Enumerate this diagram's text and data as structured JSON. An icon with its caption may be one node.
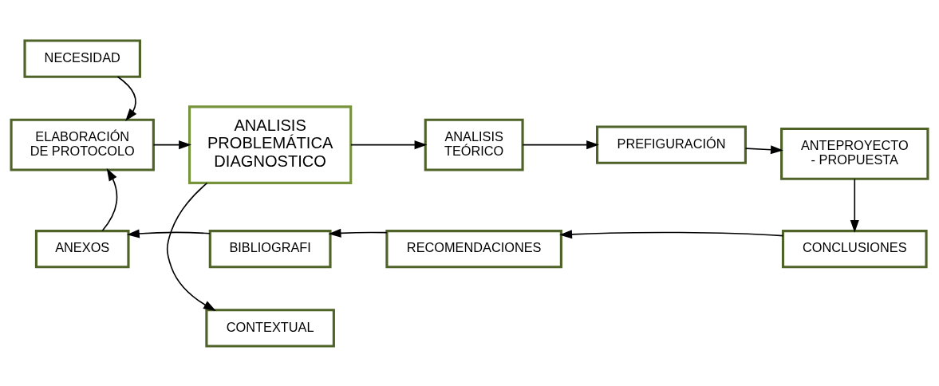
{
  "diagram": {
    "nodes": [
      {
        "text": [
          "NECESIDAD"
        ]
      },
      {
        "text": [
          "ELABORACIÓN DE PROTOCOLO"
        ]
      },
      {
        "text": [
          "ANALISIS PROBLEMÁTICA DIAGNOSTICO"
        ]
      },
      {
        "text": [
          "CONTEXTUAL"
        ]
      },
      {
        "text": [
          "ANALISIS TEÓRICO"
        ]
      },
      {
        "text": [
          "PREFIGURACIÓN"
        ]
      },
      {
        "text": [
          "ANTEPROYECTO - PROPUESTA"
        ]
      },
      {
        "text": [
          "CONCLUSIONES"
        ]
      },
      {
        "text": [
          "RECOMENDACIONES"
        ]
      },
      {
        "text": [
          "BIBLIOGRAFI"
        ]
      },
      {
        "text": [
          "ANEXOS"
        ]
      }
    ],
    "edges": [
      {
        "from": 0,
        "to": 1,
        "arrow": "to"
      },
      {
        "from": 1,
        "to": 2,
        "arrow": "to"
      },
      {
        "from": 2,
        "to": 3,
        "arrow": "to"
      },
      {
        "from": 2,
        "to": 4,
        "arrow": "to"
      },
      {
        "from": 4,
        "to": 5,
        "arrow": "to"
      },
      {
        "from": 5,
        "to": 6,
        "arrow": "to"
      },
      {
        "from": 6,
        "to": 7,
        "arrow": "to"
      },
      {
        "from": 7,
        "to": 8,
        "arrow": "to"
      },
      {
        "from": 8,
        "to": 9,
        "arrow": "to"
      },
      {
        "from": 9,
        "to": 10,
        "arrow": "to"
      },
      {
        "from": 10,
        "to": 1,
        "arrow": "to"
      }
    ]
  }
}
